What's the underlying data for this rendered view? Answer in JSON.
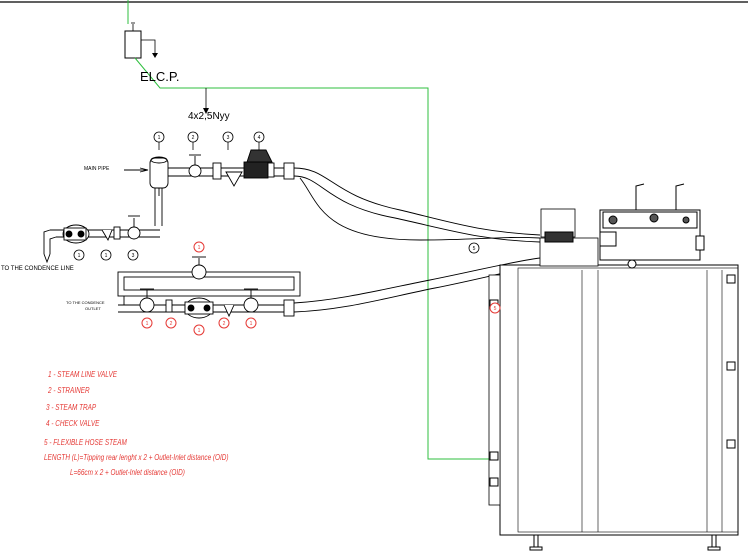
{
  "colors": {
    "line": "#000000",
    "cable": "#2fbf3f",
    "marker_red": "#e53935",
    "legend_text": "#e53935",
    "background": "#ffffff"
  },
  "labels": {
    "elcp": "ELC.P.",
    "cable_spec": "4x2,5Nyy",
    "main_pipe": "MAIN PIPE",
    "condense_line": "TO THE CONDENCE LINE",
    "condense_outlet_line1": "TO THE CONDENCE",
    "condense_outlet_line2": "OUTLET"
  },
  "markers": {
    "top_row": [
      "1",
      "2",
      "3",
      "4"
    ],
    "left_row": [
      "1",
      "1",
      "3"
    ],
    "hose": "5",
    "red_top": "1",
    "red_bottom": [
      "1",
      "2",
      "1",
      "2",
      "1"
    ],
    "red_machine": "5"
  },
  "legend": {
    "items": [
      "1 - STEAM LINE VALVE",
      "2 - STRAINER",
      "3 - STEAM TRAP",
      "4 - CHECK VALVE",
      "5 - FLEXIBLE HOSE STEAM"
    ],
    "formula_line1": "LENGTH (L)=Tipping rear lenght x 2 + Outlet-Inlet distance  (OID)",
    "formula_line2": "L=66cm x 2 +  Outlet-Inlet distance (OID)"
  }
}
